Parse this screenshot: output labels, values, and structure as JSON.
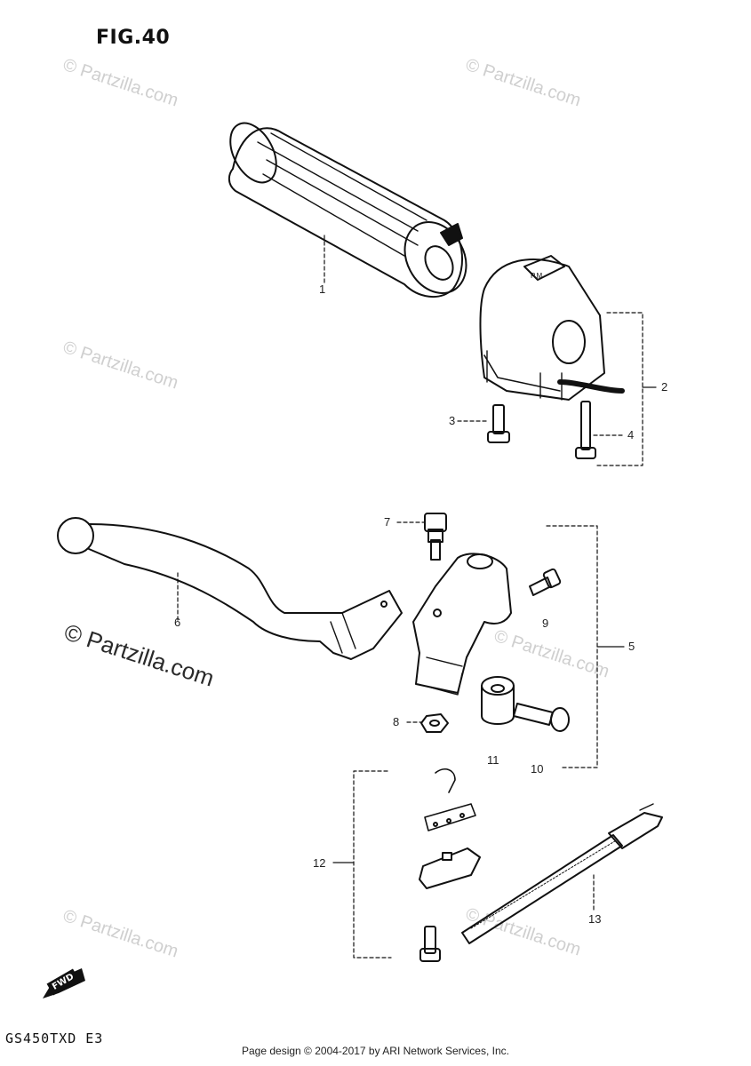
{
  "figure": {
    "title": "FIG.40",
    "model_code": "GS450TXD E3",
    "fwd_label": "FWD"
  },
  "callouts": {
    "c1": "1",
    "c2": "2",
    "c3": "3",
    "c4": "4",
    "c5": "5",
    "c6": "6",
    "c7": "7",
    "c8": "8",
    "c9": "9",
    "c10": "10",
    "c11": "11",
    "c12": "12",
    "c13": "13"
  },
  "watermark": {
    "text": "© Partzilla.com"
  },
  "footer": {
    "text": "Page design © 2004-2017 by ARI Network Services, Inc."
  },
  "colors": {
    "line": "#111111",
    "watermark": "#cfcfcf"
  }
}
